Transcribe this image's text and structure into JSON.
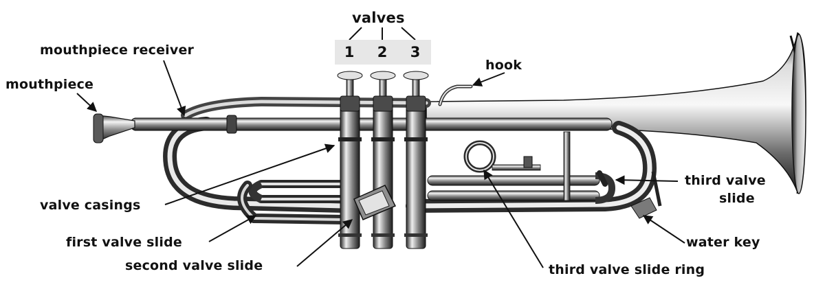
{
  "labels": {
    "valves": "valves",
    "valve_1": "1",
    "valve_2": "2",
    "valve_3": "3",
    "mouthpiece_receiver": "mouthpiece receiver",
    "mouthpiece": "mouthpiece",
    "hook": "hook",
    "valve_casings": "valve casings",
    "first_valve_slide": "first valve slide",
    "second_valve_slide": "second valve slide",
    "third_valve_slide_line1": "third valve",
    "third_valve_slide_line2": "slide",
    "water_key": "water key",
    "third_valve_slide_ring": "third valve slide ring"
  },
  "colors": {
    "brass_light": "#f2f2f2",
    "brass_mid": "#9a9a9a",
    "brass_dark": "#2a2a2a",
    "label_text": "#111111",
    "number_box": "#e7e7e7"
  }
}
